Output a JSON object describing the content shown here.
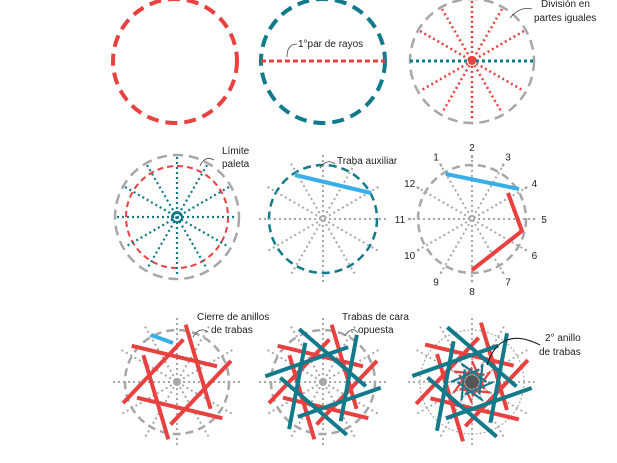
{
  "colors": {
    "red": "#e94040",
    "teal": "#127a8a",
    "gray": "#a7a7a7",
    "blue": "#3aaee8",
    "dark": "#444444"
  },
  "icons": [
    "callout-arrow-icon",
    "hub-icon"
  ],
  "labels": {
    "primer_par": "1°par de rayos",
    "division_1": "División en",
    "division_2": "partes iguales",
    "limite_1": "Límite",
    "limite_2": "paleta",
    "traba_auxiliar": "Traba auxiliar",
    "cierre_1": "Cierre de anillos",
    "cierre_2": "de trabas",
    "trabas_cara_1": "Trabas de cara",
    "trabas_cara_2": "opuesta",
    "segundo_1": "2° anillo",
    "segundo_2": "de trabas"
  },
  "spoke_numbers": [
    "1",
    "2",
    "3",
    "4",
    "5",
    "6",
    "7",
    "8",
    "9",
    "10",
    "11",
    "12"
  ]
}
